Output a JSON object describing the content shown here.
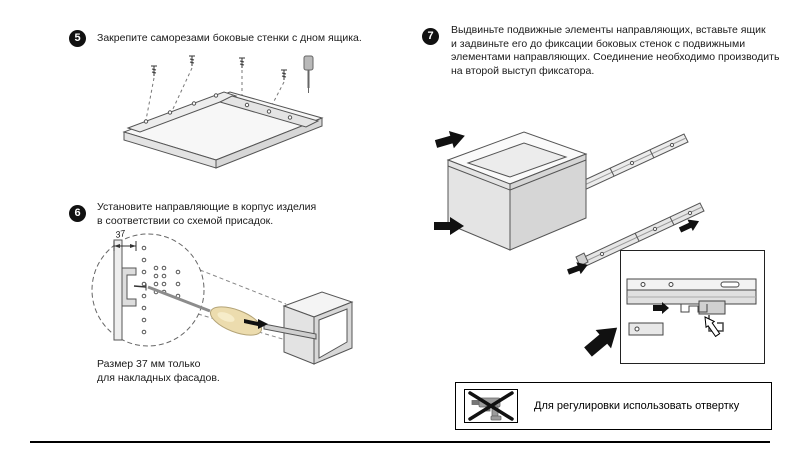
{
  "steps": {
    "s5": {
      "number": "5",
      "text": "Закрепите саморезами боковые стенки с дном ящика."
    },
    "s6": {
      "number": "6",
      "lines": [
        "Установите направляющие в корпус изделия",
        "в соответствии со схемой присадок."
      ],
      "detail": {
        "dimension_label": "37"
      },
      "caption_lines": [
        "Размер 37 мм только",
        "для накладных фасадов."
      ]
    },
    "s7": {
      "number": "7",
      "lines": [
        "Выдвиньте подвижные элементы направляющих, вставьте ящик",
        "и задвиньте его до фиксации боковых стенок с подвижными",
        "элементами направляющих.  Соединение необходимо производить",
        "на второй  выступ фиксатора."
      ]
    }
  },
  "note": {
    "text": "Для регулировки использовать отвертку"
  },
  "icons": {
    "screwdriver_bit": "screwdriver-bit-icon",
    "screwdriver": "screwdriver-icon",
    "screw": "screw-icon",
    "drill_crossed": "no-drill-icon",
    "arrow": "direction-arrow-icon"
  },
  "colors": {
    "page_bg": "#ffffff",
    "line": "#555555",
    "badge_bg": "#111111",
    "handle_tan": "#ecdcae",
    "arrow_black": "#111111"
  }
}
